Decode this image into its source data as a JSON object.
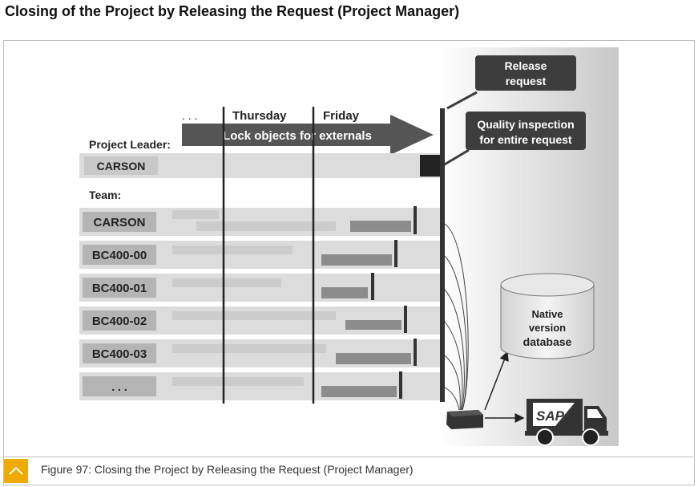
{
  "page_title": "Closing of the Project by Releasing the Request (Project Manager)",
  "timeline": {
    "ellipsis": ". . .",
    "day1": "Thursday",
    "day2": "Friday",
    "lock_arrow_label": "Lock objects for externals"
  },
  "project_leader": {
    "label": "Project Leader:",
    "name": "CARSON"
  },
  "team": {
    "label": "Team:",
    "members": [
      "CARSON",
      "BC400-00",
      "BC400-01",
      "BC400-02",
      "BC400-03",
      ". . ."
    ]
  },
  "callouts": {
    "release_line1": "Release",
    "release_line2": "request",
    "quality_line1": "Quality inspection",
    "quality_line2": "for entire request"
  },
  "database": {
    "line1": "Native",
    "line2": "version",
    "line3": "database"
  },
  "truck": {
    "logo_text": "SAP"
  },
  "caption": {
    "text": "Figure 97: Closing the Project by Releasing the Request (Project Manager)"
  },
  "colors": {
    "row_bg": "#dcdcdc",
    "label_box": "#bdbdbd",
    "bar_light": "#cccccc",
    "bar_dark": "#8c8c8c",
    "callout": "#3d3d3d",
    "arrow": "#555555",
    "accent": "#f0ab00"
  }
}
